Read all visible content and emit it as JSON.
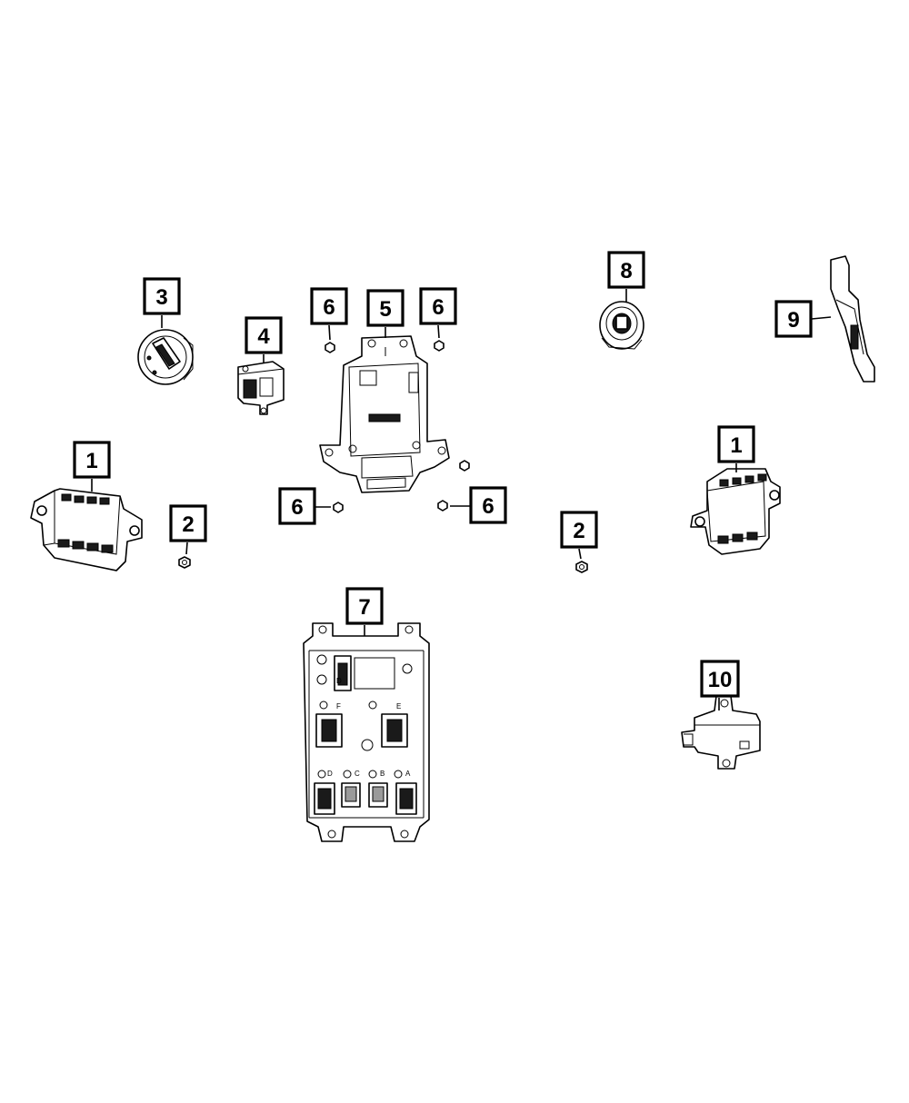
{
  "callouts": {
    "c1_left": "1",
    "c1_right": "1",
    "c2_left": "2",
    "c2_right": "2",
    "c3": "3",
    "c4": "4",
    "c5": "5",
    "c6_top_left": "6",
    "c6_top_right": "6",
    "c6_bottom_left": "6",
    "c6_bottom_right": "6",
    "c7": "7",
    "c8": "8",
    "c9": "9",
    "c10": "10"
  },
  "connector_labels": {
    "d_top": "D",
    "f": "F",
    "e": "E",
    "d": "D",
    "c": "C",
    "b": "B",
    "a": "A"
  },
  "colors": {
    "line": "#000000",
    "background": "#ffffff"
  }
}
